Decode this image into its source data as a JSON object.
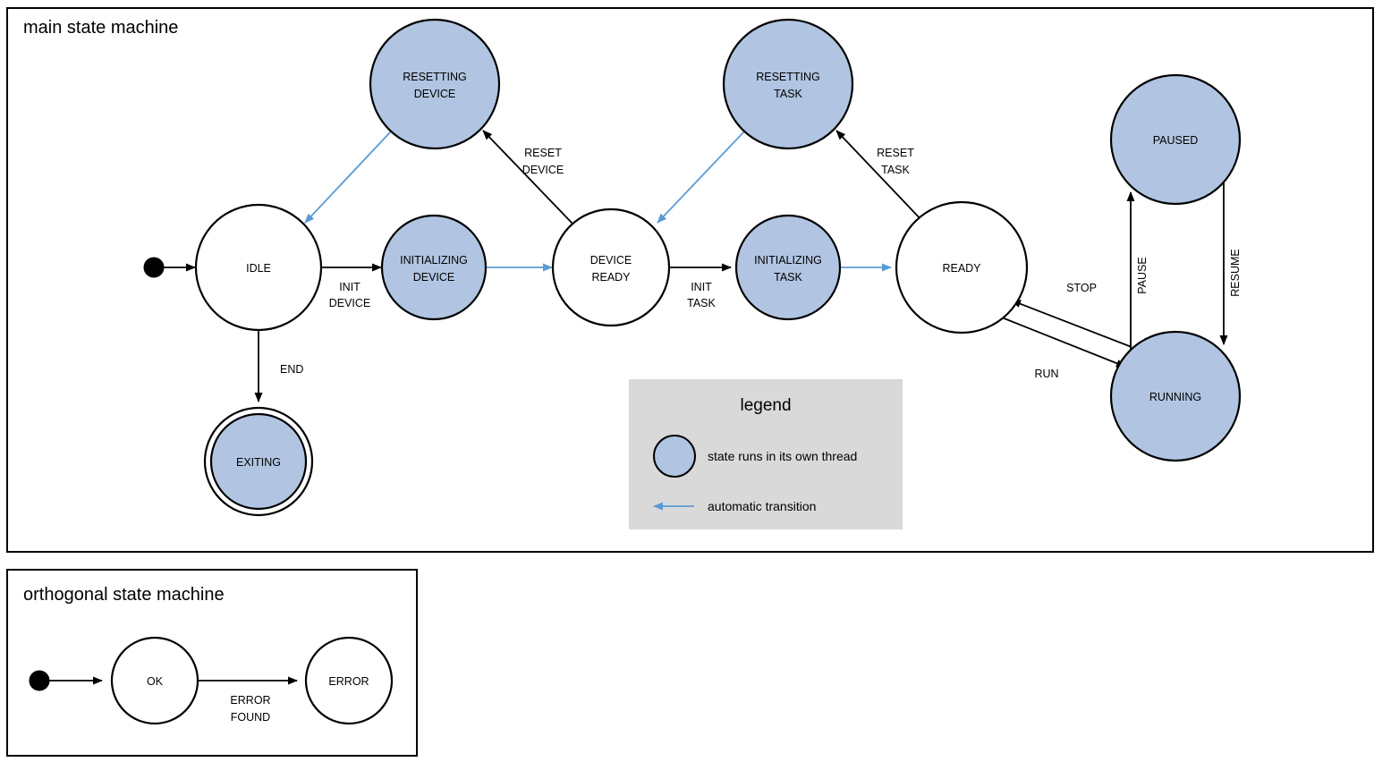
{
  "main": {
    "title": "main state machine",
    "states": [
      {
        "id": "idle",
        "label_lines": [
          "IDLE"
        ],
        "threaded": false,
        "final": false
      },
      {
        "id": "initializing-device",
        "label_lines": [
          "INITIALIZING",
          "DEVICE"
        ],
        "threaded": true,
        "final": false
      },
      {
        "id": "device-ready",
        "label_lines": [
          "DEVICE",
          "READY"
        ],
        "threaded": false,
        "final": false
      },
      {
        "id": "initializing-task",
        "label_lines": [
          "INITIALIZING",
          "TASK"
        ],
        "threaded": true,
        "final": false
      },
      {
        "id": "ready",
        "label_lines": [
          "READY"
        ],
        "threaded": false,
        "final": false
      },
      {
        "id": "resetting-device",
        "label_lines": [
          "RESETTING",
          "DEVICE"
        ],
        "threaded": true,
        "final": false
      },
      {
        "id": "resetting-task",
        "label_lines": [
          "RESETTING",
          "TASK"
        ],
        "threaded": true,
        "final": false
      },
      {
        "id": "paused",
        "label_lines": [
          "PAUSED"
        ],
        "threaded": true,
        "final": false
      },
      {
        "id": "running",
        "label_lines": [
          "RUNNING"
        ],
        "threaded": true,
        "final": false
      },
      {
        "id": "exiting",
        "label_lines": [
          "EXITING"
        ],
        "threaded": true,
        "final": true
      }
    ],
    "transitions": [
      {
        "from": "start",
        "to": "idle",
        "label_lines": [],
        "auto": false
      },
      {
        "from": "idle",
        "to": "initializing-device",
        "label_lines": [
          "INIT",
          "DEVICE"
        ],
        "auto": false
      },
      {
        "from": "initializing-device",
        "to": "device-ready",
        "label_lines": [],
        "auto": true
      },
      {
        "from": "device-ready",
        "to": "resetting-device",
        "label_lines": [
          "RESET",
          "DEVICE"
        ],
        "auto": false
      },
      {
        "from": "resetting-device",
        "to": "idle",
        "label_lines": [],
        "auto": true
      },
      {
        "from": "idle",
        "to": "exiting",
        "label_lines": [
          "END"
        ],
        "auto": false
      },
      {
        "from": "device-ready",
        "to": "initializing-task",
        "label_lines": [
          "INIT",
          "TASK"
        ],
        "auto": false
      },
      {
        "from": "initializing-task",
        "to": "ready",
        "label_lines": [],
        "auto": true
      },
      {
        "from": "ready",
        "to": "resetting-task",
        "label_lines": [
          "RESET",
          "TASK"
        ],
        "auto": false
      },
      {
        "from": "resetting-task",
        "to": "device-ready",
        "label_lines": [],
        "auto": true
      },
      {
        "from": "ready",
        "to": "running",
        "label_lines": [
          "RUN"
        ],
        "auto": false
      },
      {
        "from": "running",
        "to": "ready",
        "label_lines": [
          "STOP"
        ],
        "auto": false
      },
      {
        "from": "running",
        "to": "paused",
        "label_lines": [
          "PAUSE"
        ],
        "auto": false
      },
      {
        "from": "paused",
        "to": "running",
        "label_lines": [
          "RESUME"
        ],
        "auto": false
      }
    ],
    "labels": {
      "init_device": "INIT\nDEVICE",
      "reset_device_1": "RESET",
      "reset_device_2": "DEVICE",
      "init_task_1": "INIT",
      "init_task_2": "TASK",
      "reset_task_1": "RESET",
      "reset_task_2": "TASK",
      "end": "END",
      "run": "RUN",
      "stop": "STOP",
      "pause": "PAUSE",
      "resume": "RESUME",
      "init_device_1": "INIT",
      "init_device_2": "DEVICE"
    },
    "node_text": {
      "idle": "IDLE",
      "initializing_device_1": "INITIALIZING",
      "initializing_device_2": "DEVICE",
      "device_ready_1": "DEVICE",
      "device_ready_2": "READY",
      "initializing_task_1": "INITIALIZING",
      "initializing_task_2": "TASK",
      "ready": "READY",
      "resetting_device_1": "RESETTING",
      "resetting_device_2": "DEVICE",
      "resetting_task_1": "RESETTING",
      "resetting_task_2": "TASK",
      "paused": "PAUSED",
      "running": "RUNNING",
      "exiting": "EXITING"
    }
  },
  "legend": {
    "title": "legend",
    "items": [
      {
        "type": "circle",
        "text": "state runs in its own thread"
      },
      {
        "type": "arrow",
        "text": "automatic transition"
      }
    ],
    "thread_text": "state runs in its own thread",
    "auto_text": "automatic transition"
  },
  "orthogonal": {
    "title": "orthogonal state machine",
    "states": [
      {
        "id": "ok",
        "label": "OK"
      },
      {
        "id": "error",
        "label": "ERROR"
      }
    ],
    "node_text": {
      "ok": "OK",
      "error": "ERROR"
    },
    "transitions": [
      {
        "from": "start",
        "to": "ok",
        "label_lines": []
      },
      {
        "from": "ok",
        "to": "error",
        "label_lines": [
          "ERROR",
          "FOUND"
        ]
      }
    ],
    "labels": {
      "error_found_1": "ERROR",
      "error_found_2": "FOUND"
    }
  },
  "colors": {
    "thread_fill": "#b1c5e2",
    "plain_fill": "#ffffff",
    "stroke": "#000000",
    "auto_arrow": "#5b9bd5",
    "legend_bg": "#d9d9d9"
  }
}
